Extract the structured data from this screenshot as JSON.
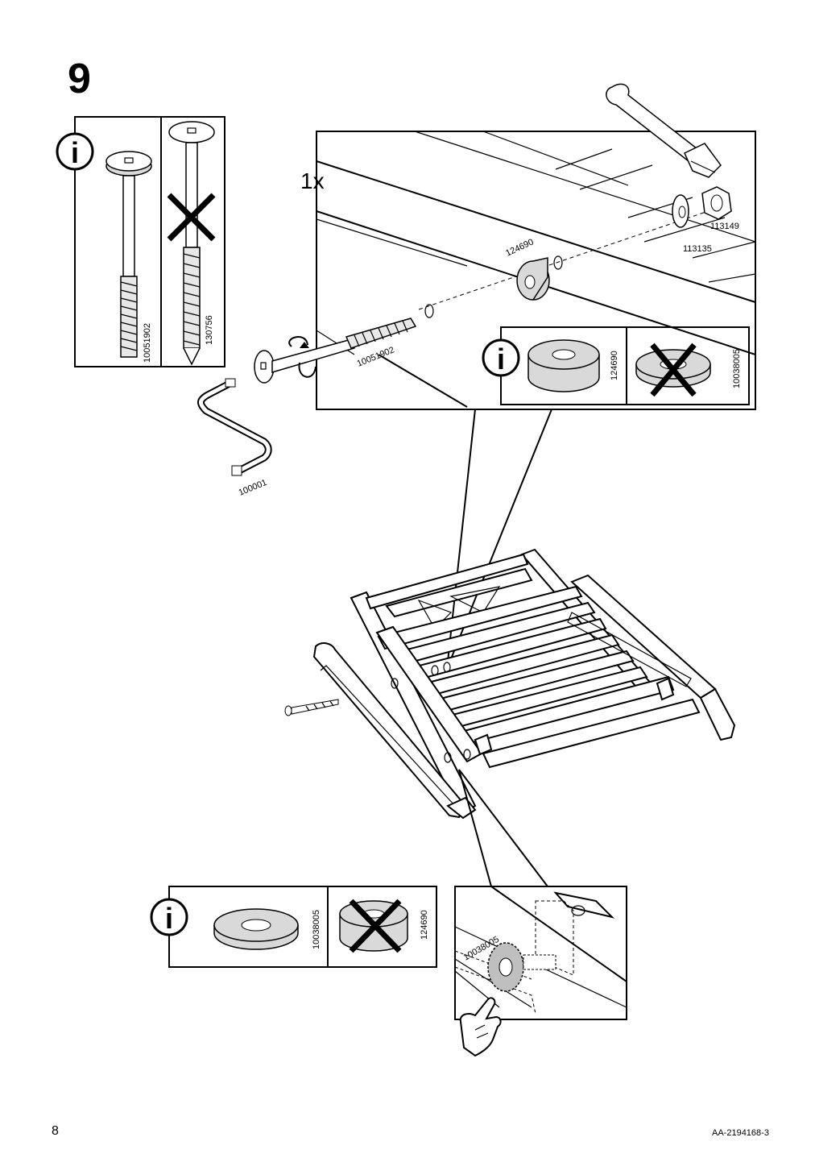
{
  "step_number": "9",
  "page_number": "8",
  "document_code": "AA-2194168-3",
  "info_icon_glyph": "i",
  "multiplier": "1x",
  "parts": {
    "bolt_correct": "10051902",
    "bolt_wrong": "130756",
    "bolt_in_detail": "10051902",
    "allen_key": "100001",
    "spacer_thick": "124690",
    "washer_thin": "10038005",
    "washer_metal": "113135",
    "nut": "113149"
  },
  "info_box_top": {
    "correct": "124690",
    "wrong": "10038005"
  },
  "info_box_bottom": {
    "correct": "10038005",
    "wrong": "124690"
  },
  "detail_bottom_label": "10038005",
  "colors": {
    "line": "#000000",
    "fill_grey": "#d9d9d9",
    "background": "#ffffff"
  }
}
